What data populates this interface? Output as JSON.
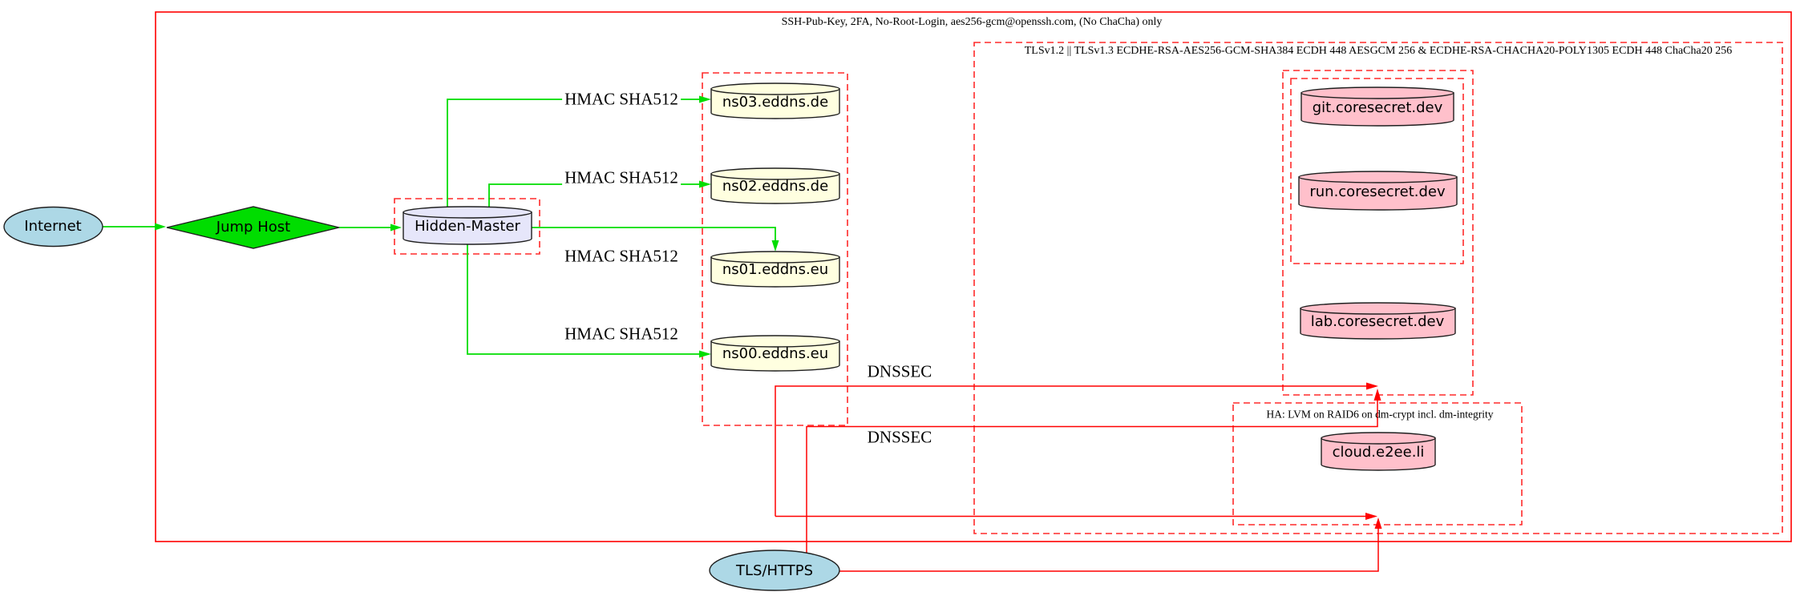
{
  "diagram": {
    "boundaries": {
      "ssh": {
        "label": "SSH-Pub-Key, 2FA, No-Root-Login, aes256-gcm@openssh.com, (No ChaCha) only"
      },
      "tls": {
        "label": "TLSv1.2 || TLSv1.3 ECDHE-RSA-AES256-GCM-SHA384 ECDH 448 AESGCM 256 & ECDHE-RSA-CHACHA20-POLY1305 ECDH 448 ChaCha20 256"
      },
      "ha": {
        "label": "HA: LVM on RAID6 on dm-crypt incl. dm-integrity"
      }
    },
    "nodes": {
      "internet": {
        "label": "Internet"
      },
      "jump_host": {
        "label": "Jump Host"
      },
      "hidden_master": {
        "label": "Hidden-Master"
      },
      "ns03": {
        "label": "ns03.eddns.de"
      },
      "ns02": {
        "label": "ns02.eddns.de"
      },
      "ns01": {
        "label": "ns01.eddns.eu"
      },
      "ns00": {
        "label": "ns00.eddns.eu"
      },
      "git": {
        "label": "git.coresecret.dev"
      },
      "run": {
        "label": "run.coresecret.dev"
      },
      "lab": {
        "label": "lab.coresecret.dev"
      },
      "cloud": {
        "label": "cloud.e2ee.li"
      },
      "tls_https": {
        "label": "TLS/HTTPS"
      }
    },
    "edge_labels": {
      "hmac_ns03": "HMAC SHA512",
      "hmac_ns02": "HMAC SHA512",
      "hmac_ns01": "HMAC SHA512",
      "hmac_ns00": "HMAC SHA512",
      "dnssec_upper": "DNSSEC",
      "dnssec_lower": "DNSSEC"
    },
    "colors": {
      "edge_green": "#00dd00",
      "edge_red": "#ff0000",
      "dashed_red": "#ff2a2a",
      "fill_blue": "#add8e6",
      "fill_green": "#00dd00",
      "fill_yellow": "#ffffe0",
      "fill_lavender": "#e6e6fa",
      "fill_pink": "#ffc0cb"
    }
  }
}
